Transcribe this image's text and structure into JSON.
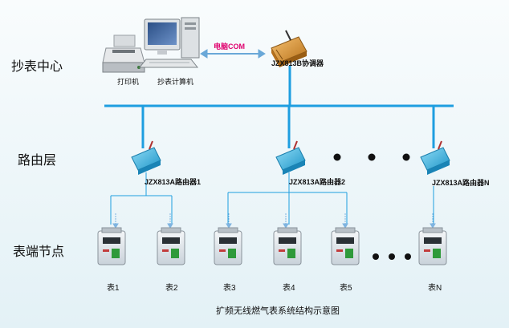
{
  "layers": {
    "center": "抄表中心",
    "router": "路由层",
    "meter": "表端节点"
  },
  "center": {
    "printer_label": "打印机",
    "computer_label": "抄表计算机",
    "com_label": "电脑COM",
    "coordinator_label": "JZX813B协调器"
  },
  "routers": [
    {
      "label": "JZX813A路由器1"
    },
    {
      "label": "JZX813A路由器2"
    },
    {
      "label": "JZX813A路由器N"
    }
  ],
  "meters": [
    {
      "label": "表1"
    },
    {
      "label": "表2"
    },
    {
      "label": "表3"
    },
    {
      "label": "表4"
    },
    {
      "label": "表5"
    },
    {
      "label": "表N"
    }
  ],
  "caption": "扩频无线燃气表系统结构示意图",
  "colors": {
    "line_blue": "#1e9ee0",
    "device_blue": "#38b4e0",
    "coordinator_orange": "#d48830",
    "arrow_blue": "#7fb4e0",
    "com_text": "#e0006e"
  }
}
